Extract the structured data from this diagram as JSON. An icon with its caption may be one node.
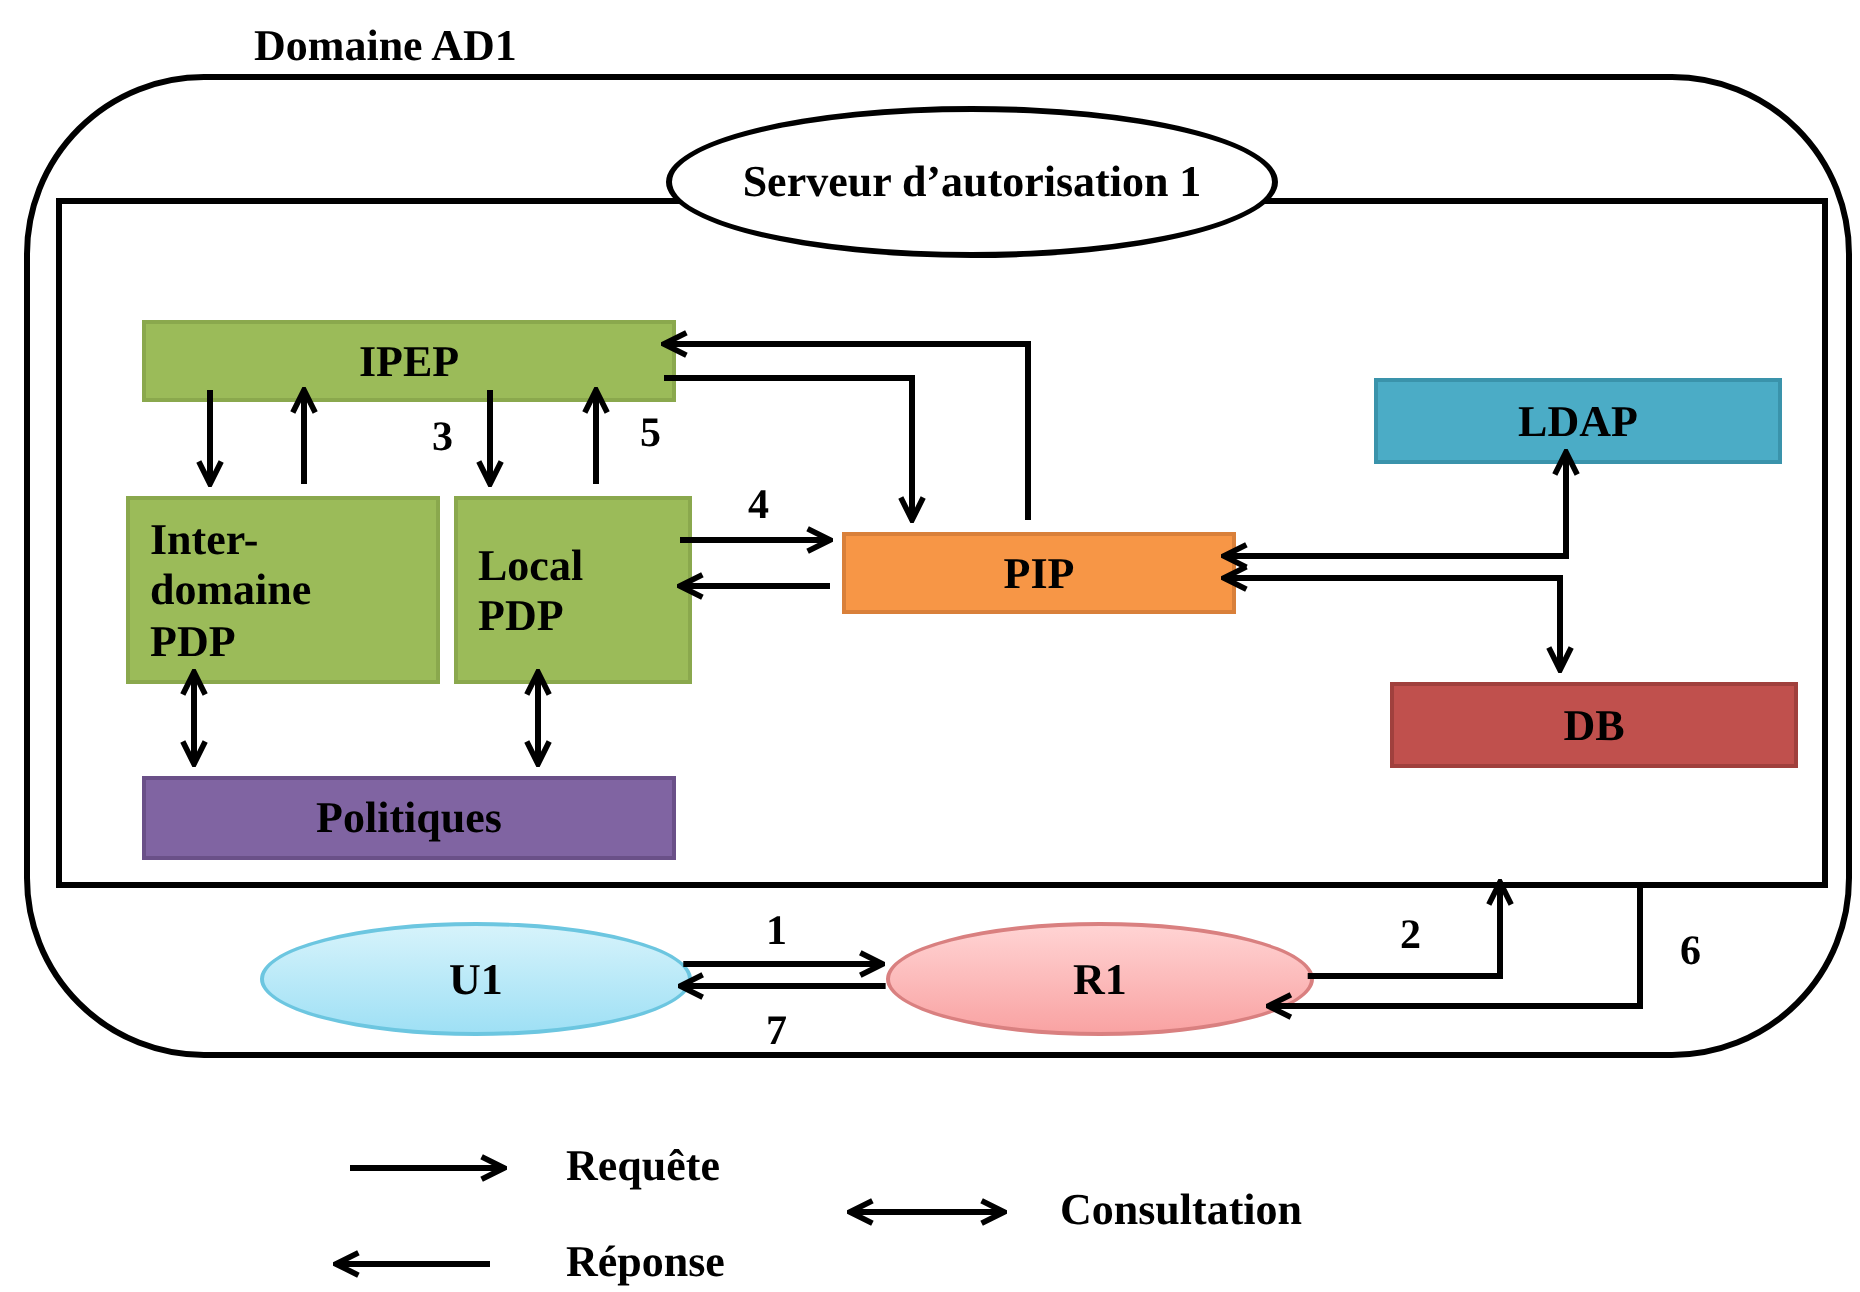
{
  "diagram": {
    "nodes": [
      {
        "text": [
          "Domaine AD1"
        ]
      },
      {
        "text": [
          "Serveur d’autorisation 1"
        ],
        "in": 0
      },
      {
        "text": [],
        "shape": "box",
        "in": 0
      },
      {
        "text": [
          "IPEP"
        ],
        "in": 2
      },
      {
        "text": [
          "Inter-domaine PDP"
        ],
        "in": 2
      },
      {
        "text": [
          "Local PDP"
        ],
        "in": 2
      },
      {
        "text": [
          "PIP"
        ],
        "in": 2
      },
      {
        "text": [
          "LDAP"
        ],
        "in": 2
      },
      {
        "text": [
          "DB"
        ],
        "in": 2
      },
      {
        "text": [
          "Politiques"
        ],
        "in": 2
      },
      {
        "text": [
          "U1"
        ],
        "in": 0
      },
      {
        "text": [
          "R1"
        ],
        "in": 0
      }
    ],
    "edges": [
      {
        "from": 3,
        "to": 4,
        "arrow": "to"
      },
      {
        "from": 4,
        "to": 3,
        "arrow": "to"
      },
      {
        "from": 3,
        "to": 5,
        "arrow": "to",
        "label": "3"
      },
      {
        "from": 5,
        "to": 3,
        "arrow": "to",
        "label": "5"
      },
      {
        "from": 5,
        "to": 6,
        "arrow": "to",
        "label": "4"
      },
      {
        "from": 6,
        "to": 5,
        "arrow": "to"
      },
      {
        "from": 3,
        "to": 6,
        "arrow": "to"
      },
      {
        "from": 6,
        "to": 3,
        "arrow": "to"
      },
      {
        "from": 6,
        "to": 7,
        "arrow": "both"
      },
      {
        "from": 6,
        "to": 8,
        "arrow": "both"
      },
      {
        "from": 4,
        "to": 9,
        "arrow": "both"
      },
      {
        "from": 5,
        "to": 9,
        "arrow": "both"
      },
      {
        "from": 10,
        "to": 11,
        "arrow": "to",
        "label": "1"
      },
      {
        "from": 11,
        "to": 10,
        "arrow": "to",
        "label": "7"
      },
      {
        "from": 11,
        "to": 2,
        "arrow": "to",
        "label": "2"
      },
      {
        "from": 2,
        "to": 11,
        "arrow": "to",
        "label": "6"
      }
    ],
    "legend": [
      {
        "text": "Requête"
      },
      {
        "text": "Réponse"
      },
      {
        "text": "Consultation"
      }
    ]
  }
}
